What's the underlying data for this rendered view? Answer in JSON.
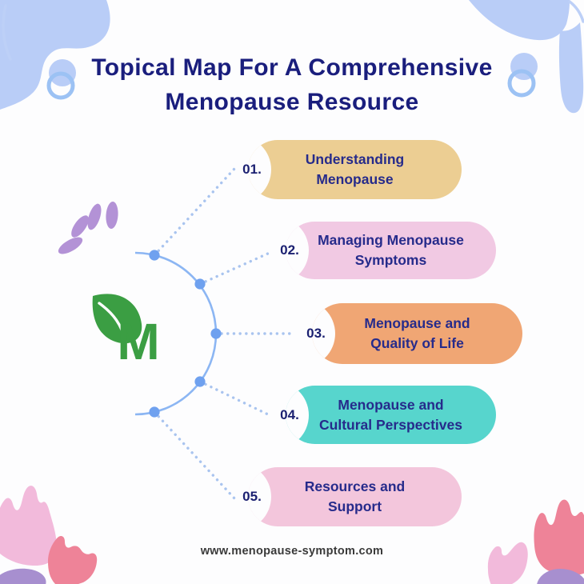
{
  "title": {
    "lines": [
      "Topical Map For A Comprehensive",
      "Menopause Resource"
    ]
  },
  "topics": [
    {
      "number": "01.",
      "title": "Understanding Menopause",
      "lines": [
        "Understanding",
        "Menopause"
      ],
      "color": "#ecce93"
    },
    {
      "number": "02.",
      "title": "Managing Menopause Symptoms",
      "lines": [
        "Managing Menopause",
        "Symptoms"
      ],
      "color": "#f1c9e3"
    },
    {
      "number": "03.",
      "title": "Menopause and Quality of Life",
      "lines": [
        "Menopause and",
        "Quality of Life"
      ],
      "color": "#f0a674"
    },
    {
      "number": "04.",
      "title": "Menopause and Cultural Perspectives",
      "lines": [
        "Menopause and",
        "Cultural Perspectives"
      ],
      "color": "#57d5cd"
    },
    {
      "number": "05.",
      "title": "Resources and Support",
      "lines": [
        "Resources and",
        "Support"
      ],
      "color": "#f3c6dc"
    }
  ],
  "logo": {
    "letter": "M"
  },
  "footer": {
    "url": "www.menopause-symptom.com"
  },
  "palette": {
    "title_navy": "#1a1e7d",
    "pill_text_navy": "#262b8b",
    "number_navy": "#1b2071",
    "corner_periwinkle": "#b9cdf7",
    "ring_blue": "#9cc2f4",
    "arc_blue": "#8cb6f3",
    "node_blue": "#6fa1ef",
    "dot_blue": "#a9c4ef",
    "logo_green": "#3b9e43",
    "petal_purple": "#b392d6",
    "flower_pink": "#f2badb",
    "flower_coral": "#ee8398",
    "blob_purple": "#a78fcf"
  }
}
